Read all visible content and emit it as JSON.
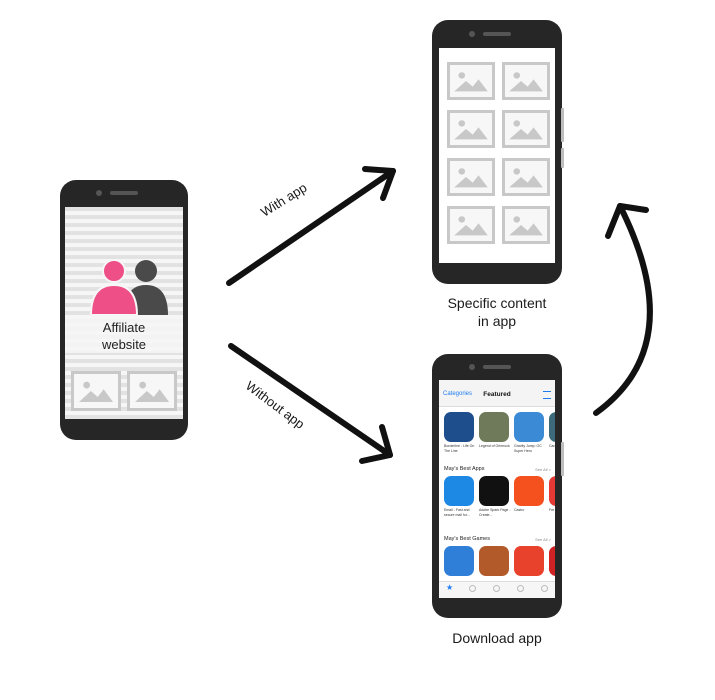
{
  "phones": {
    "affiliate": {
      "label_line1": "Affiliate",
      "label_line2": "website",
      "person_colors": [
        "#ee4f86",
        "#4a4a4a"
      ]
    },
    "content": {
      "label_line1": "Specific content",
      "label_line2": "in app"
    },
    "store": {
      "label": "Download app",
      "nav": {
        "left": "Categories",
        "title": "Featured"
      },
      "sections": [
        {
          "title": "May's Best Apps",
          "see_all": "See All >"
        },
        {
          "title": "May's Best Games",
          "see_all": "See All >"
        }
      ],
      "top_apps": [
        {
          "name": "Borderline - Life On The Line",
          "color": "#1f4e8c"
        },
        {
          "name": "Legend of Grimrock",
          "color": "#6e7a5a"
        },
        {
          "name": "Gravity Jump: OC Super Hero",
          "color": "#3a8ad6"
        },
        {
          "name": "Can",
          "color": "#3c6a7a"
        }
      ],
      "best_apps": [
        {
          "name": "Email - Fast and secure mail for...",
          "color": "#1e88e5"
        },
        {
          "name": "Adobe Spark Page - Create...",
          "color": "#111111"
        },
        {
          "name": "Castro",
          "color": "#f5511e"
        },
        {
          "name": "Fre Pho",
          "color": "#e53935"
        }
      ],
      "games_colors": [
        "#2f7fd8",
        "#b25a2a",
        "#e8412c",
        "#d02222"
      ]
    }
  },
  "arrows": {
    "with_app": "With app",
    "without_app": "Without app"
  },
  "colors": {
    "phone_body": "#262626",
    "arrow": "#111111",
    "placeholder": "#c8c8c8"
  }
}
